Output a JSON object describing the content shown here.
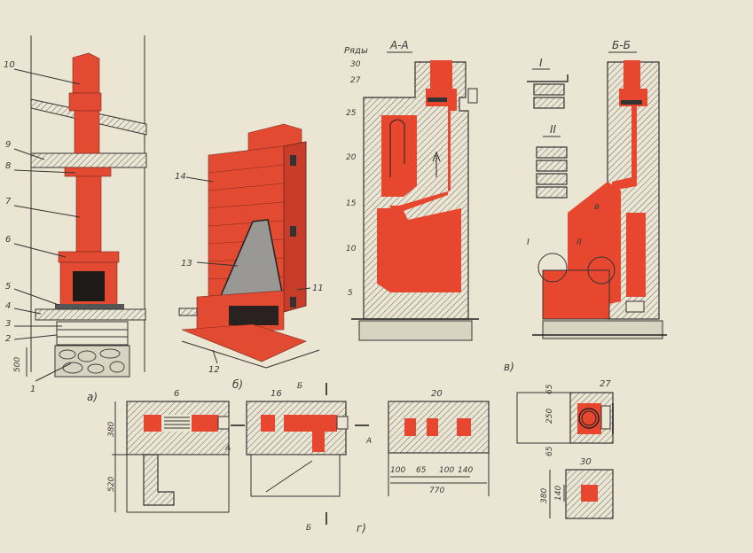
{
  "figure_a": {
    "caption": "а)",
    "callouts": [
      "1",
      "2",
      "3",
      "4",
      "5",
      "6",
      "7",
      "8",
      "9",
      "10"
    ],
    "dimension": "500"
  },
  "figure_b": {
    "caption": "б)",
    "callouts": [
      "11",
      "12",
      "13",
      "14"
    ]
  },
  "figure_v": {
    "caption": "в)",
    "rows_label": "Ряды",
    "row_marks": [
      "30",
      "27",
      "25",
      "20",
      "15",
      "10",
      "5"
    ],
    "section_aa": "А-А",
    "section_bb": "Б-Б",
    "detail_1": "I",
    "detail_2": "II",
    "circle_1": "I",
    "circle_2": "II",
    "flow_label": "в"
  },
  "figure_g": {
    "caption": "г)",
    "plans": [
      {
        "row": "6",
        "dims": [
          "380",
          "520"
        ],
        "cut": "А"
      },
      {
        "row": "16",
        "cut_a": "А",
        "cut_b_top": "Б",
        "cut_b_bottom": "Б"
      },
      {
        "row": "20",
        "dims": [
          "100",
          "65",
          "100",
          "140",
          "770"
        ]
      },
      {
        "row": "27",
        "dims": [
          "65",
          "250",
          "65"
        ]
      },
      {
        "row": "30",
        "dims": [
          "380",
          "140"
        ]
      }
    ]
  },
  "colors": {
    "brick_red": "#e8472f",
    "paper": "#ebe5d3",
    "ink": "#333333"
  }
}
